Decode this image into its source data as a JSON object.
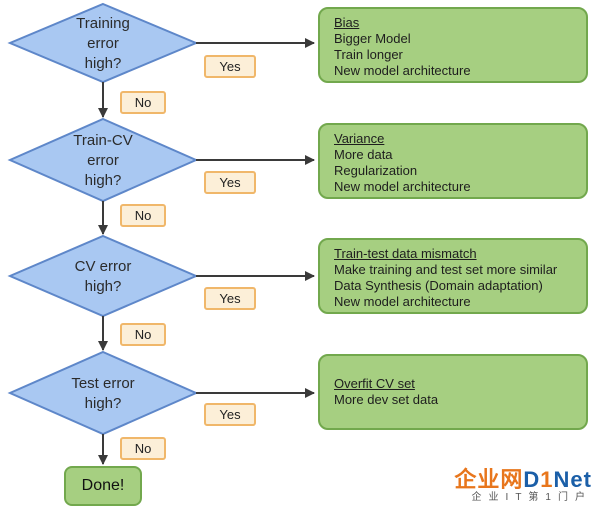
{
  "decisions": [
    {
      "lines": [
        "Training",
        "error",
        "high?"
      ],
      "yes": "Yes",
      "no": "No"
    },
    {
      "lines": [
        "Train-CV",
        "error",
        "high?"
      ],
      "yes": "Yes",
      "no": "No"
    },
    {
      "lines": [
        "CV error",
        "high?"
      ],
      "yes": "Yes",
      "no": "No"
    },
    {
      "lines": [
        "Test error",
        "high?"
      ],
      "yes": "Yes",
      "no": "No"
    }
  ],
  "results": [
    {
      "title": "Bias",
      "items": [
        "Bigger Model",
        "Train longer",
        "New model architecture"
      ]
    },
    {
      "title": "Variance",
      "items": [
        "More data",
        "Regularization",
        "New model architecture"
      ]
    },
    {
      "title": "Train-test data mismatch",
      "items": [
        "Make training and test set more similar",
        "Data Synthesis (Domain adaptation)",
        "New model architecture"
      ]
    },
    {
      "title": "Overfit CV set",
      "items": [
        "More dev set data"
      ]
    }
  ],
  "done_label": "Done!",
  "watermark": {
    "cn_brand": "企业网",
    "d_letter": "D",
    "one_letter": "1",
    "net_text": "Net",
    "tagline": "企业IT第1门户"
  },
  "colors": {
    "diamond_fill": "#a9c8f2",
    "diamond_stroke": "#5e87c9",
    "box_fill": "#a6cf81",
    "box_stroke": "#72a84d",
    "tag_fill": "#fcefd8",
    "tag_stroke": "#f0b76a",
    "arrow": "#3a3a3a"
  }
}
